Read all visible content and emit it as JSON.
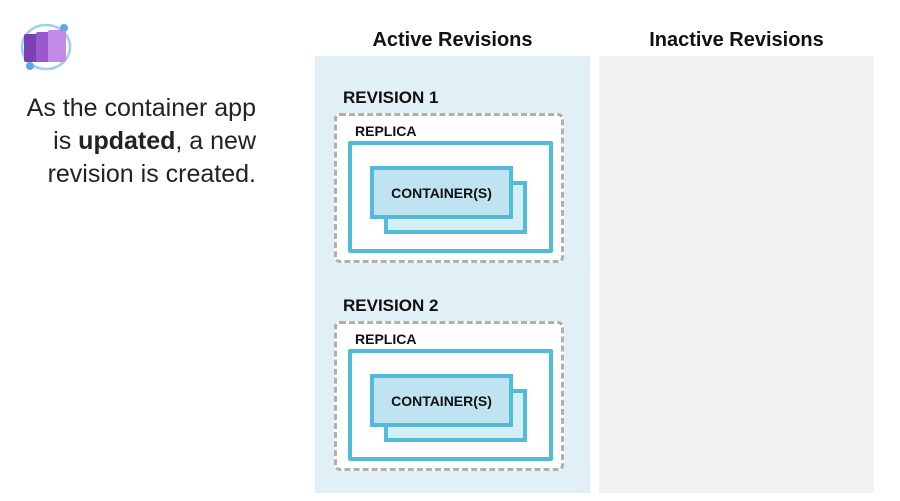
{
  "logo": {
    "icon": "container-apps-logo-icon"
  },
  "intro": {
    "before": "As the container app is ",
    "emphasis": "updated",
    "after": ", a new revision is created."
  },
  "columns": {
    "active": "Active Revisions",
    "inactive": "Inactive Revisions"
  },
  "revisions": [
    {
      "label": "REVISION 1",
      "replica": "REPLICA",
      "container": "CONTAINER(S)"
    },
    {
      "label": "REVISION 2",
      "replica": "REPLICA",
      "container": "CONTAINER(S)"
    }
  ],
  "colors": {
    "active_bg": "#e1f0f7",
    "inactive_bg": "#f2f2f2",
    "accent": "#52bcd8",
    "container_fill": "#bfe3f0",
    "replica_border": "#b0b0b0"
  }
}
